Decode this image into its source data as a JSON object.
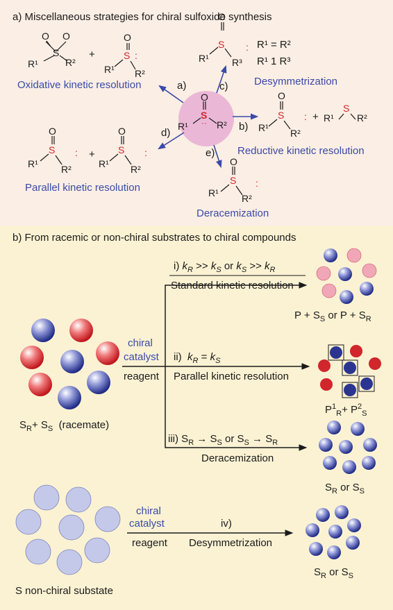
{
  "panel_a": {
    "title": "a) Miscellaneous strategies for chiral sulfoxide synthesis",
    "labels": {
      "oxidative": "Oxidative kinetic resolution",
      "desym": "Desymmetrization",
      "reductive": "Reductive kinetic resolution",
      "parallel": "Parallel kinetic resolution",
      "deracem": "Deracemization"
    },
    "route_letters": [
      "a)",
      "b)",
      "c)",
      "d)",
      "e)"
    ],
    "conditions": {
      "line1": "R¹ = R²",
      "line2": "R¹ 1 R³"
    },
    "plus": "+",
    "atoms": {
      "S": "S",
      "O": "O",
      "R1": "R¹",
      "R2": "R²",
      "R3": "R³"
    }
  },
  "panel_b": {
    "title": "b) From racemic or non-chiral substrates to chiral compounds",
    "racemate_label": "S R + S S  (racemate)",
    "racemate_parts": {
      "s": "S",
      "r": "R",
      "plus": "+",
      "tail": "(racemate)"
    },
    "catalyst": "chiral\ncatalyst",
    "catalyst_line1": "chiral",
    "catalyst_line2": "catalyst",
    "reagent": "reagent",
    "route_i": {
      "num": "i)",
      "cond": "kR >> kS or kS >> kR",
      "name": "Standard kinetic resolution",
      "product": "P + SS or P + SR"
    },
    "route_ii": {
      "num": "ii)",
      "cond": "kR = kS",
      "name": "Parallel kinetic resolution",
      "product": "P1R + P2S"
    },
    "route_iii": {
      "num": "iii)",
      "cond": "SR → SS or SS → SR",
      "name": "Deracemization",
      "product": "SR or SS"
    },
    "route_iv": {
      "num": "iv)",
      "name": "Desymmetrization",
      "product": "SR or SS"
    },
    "nonchiral_label": "S non-chiral substate"
  },
  "colors": {
    "panel_a_bg": "#fbeee4",
    "panel_b_bg": "#fbf2d3",
    "blue_text": "#3a4aa8",
    "red_sphere": "#d0262c",
    "blue_sphere": "#2b3590",
    "pink_circle": "#f0a8b8",
    "center_disk": "#eab8d6"
  }
}
